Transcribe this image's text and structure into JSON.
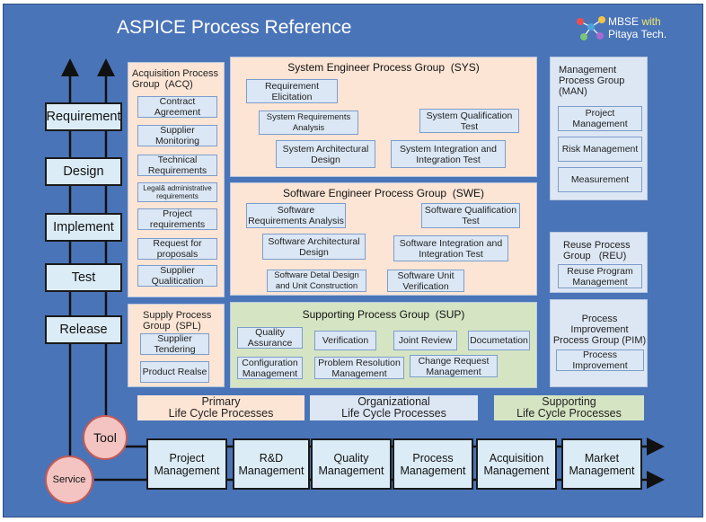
{
  "header": {
    "title": "ASPICE Process Reference",
    "logo_line1_a": "MBSE ",
    "logo_line1_b": "with",
    "logo_line2": "Pitaya Tech."
  },
  "stages": [
    "Requirement",
    "Design",
    "Implement",
    "Test",
    "Release"
  ],
  "circles": {
    "tool": "Tool",
    "service": "Service"
  },
  "acq": {
    "title": "Acquisition Process Group  (ACQ)",
    "items": [
      "Contract Agreement",
      "Supplier Monitoring",
      "Technical Requirements",
      "Legal& administrative requirements",
      "Project requirements",
      "Request for proposals",
      "Supplier Qualitication"
    ]
  },
  "spl": {
    "title": "Supply Process Group  (SPL)",
    "items": [
      "Supplier Tendering",
      "Product Realse"
    ]
  },
  "sys": {
    "title": "System Engineer Process Group  (SYS)",
    "items": [
      "Requirement Elicitation",
      "System Requirements Analysis",
      "System Qualification Test",
      "System Architectural Design",
      "System Integration and Integration Test"
    ]
  },
  "swe": {
    "title": "Software Engineer Process Group  (SWE)",
    "items": [
      "Software Requirements Analysis",
      "Software Qualification Test",
      "Software Architectural Design",
      "Software Integration and Integration Test",
      "Software Detal Design and Unit Construction",
      "Software Unit Verification"
    ]
  },
  "sup": {
    "title": "Supporting Process Group  (SUP)",
    "items": [
      "Quality Assurance",
      "Verification",
      "Joint Review",
      "Documetation",
      "Configuration Management",
      "Problem Resolution Management",
      "Change Request Management"
    ]
  },
  "man": {
    "title": "Management Process Group (MAN)",
    "items": [
      "Project Management",
      "Risk Management",
      "Measurement"
    ]
  },
  "reu": {
    "title": "Reuse Process Group   (REU)",
    "items": [
      "Reuse Program Management"
    ]
  },
  "pim": {
    "title": "Process Improvement Process Group (PIM)",
    "items": [
      "Process Improvement"
    ]
  },
  "legend": {
    "primary": [
      "Primary",
      "Life Cycle Processes"
    ],
    "organizational": [
      "Organizational",
      "Life Cycle Processes"
    ],
    "supporting": [
      "Supporting",
      "Life Cycle Processes"
    ]
  },
  "departments": [
    "Project Management",
    "R&D Management",
    "Quality Management",
    "Process Management",
    "Acquisition Management",
    "Market Management"
  ],
  "colors": {
    "background": "#4a74b8",
    "primary": "#fce5d5",
    "organizational": "#dde7f4",
    "supporting": "#d5e5c3",
    "accent": "#f2e56a"
  }
}
